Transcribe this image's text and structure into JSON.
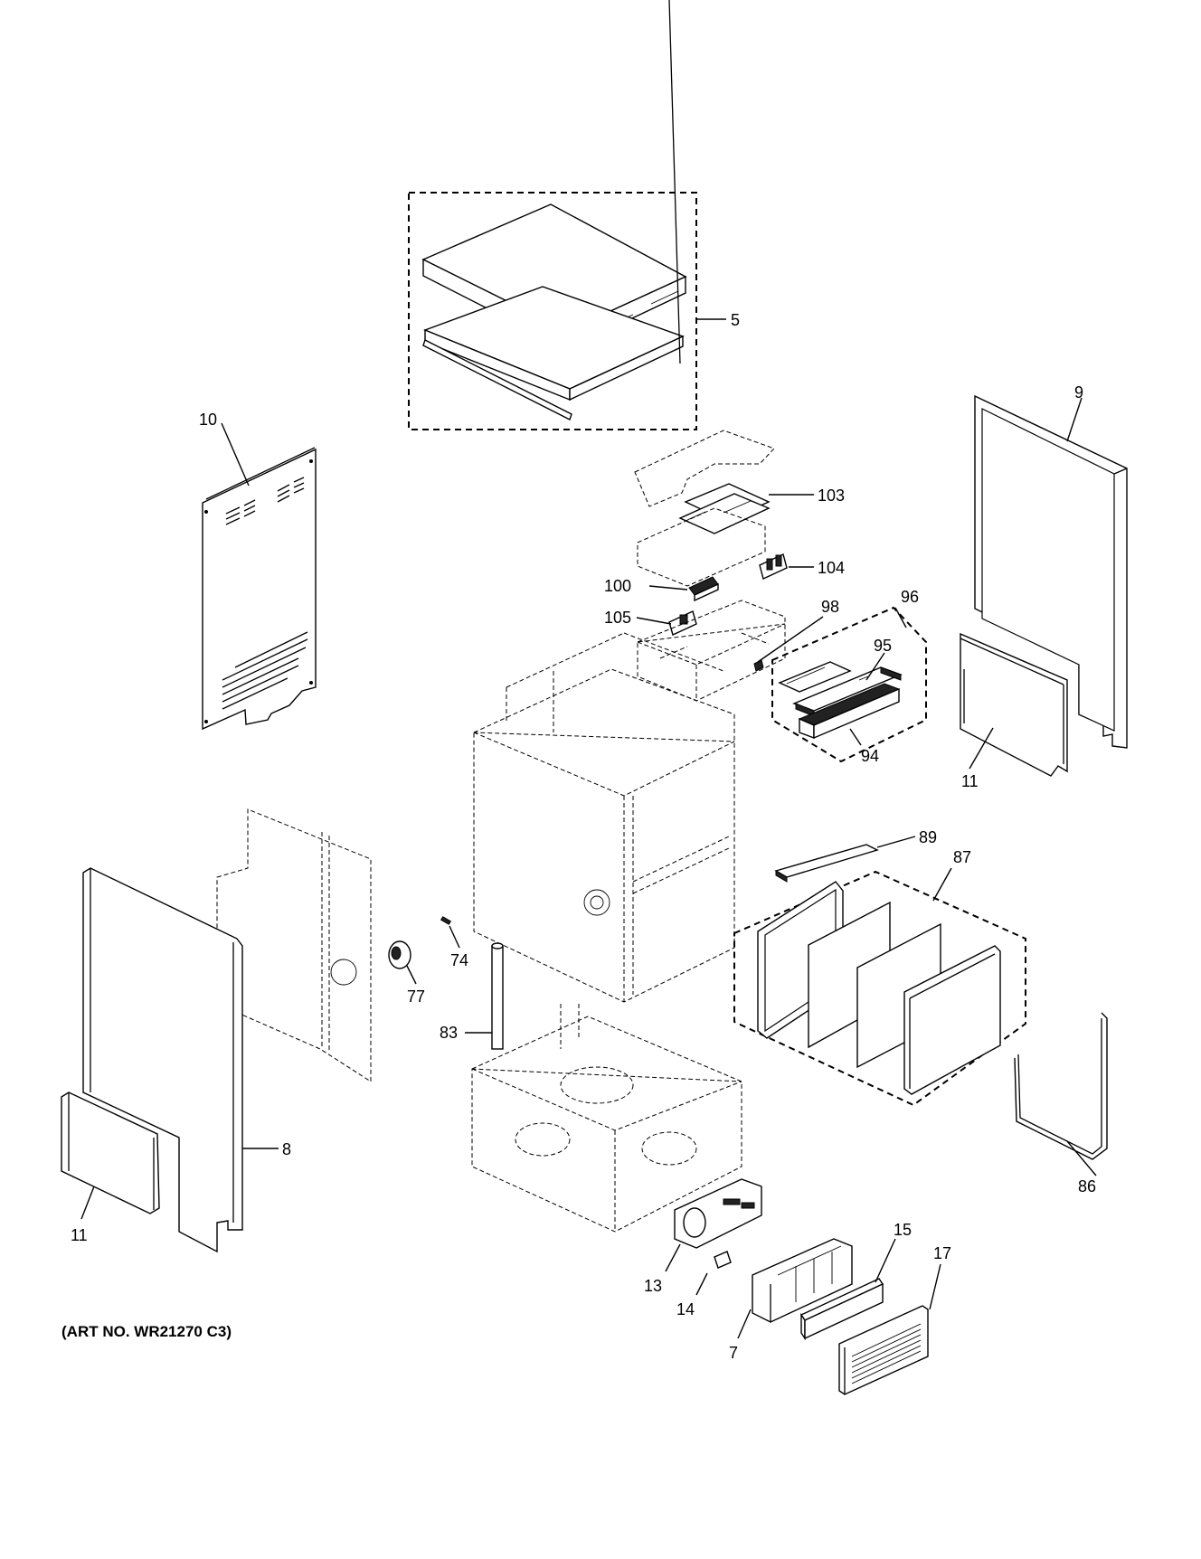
{
  "diagram": {
    "art_number": "(ART NO. WR21270 C3)",
    "callouts": {
      "c5": "5",
      "c9": "9",
      "c10": "10",
      "c103": "103",
      "c100": "100",
      "c104": "104",
      "c105": "105",
      "c98": "98",
      "c96": "96",
      "c95": "95",
      "c94": "94",
      "c11_right": "11",
      "c89": "89",
      "c87": "87",
      "c74": "74",
      "c77": "77",
      "c83": "83",
      "c8": "8",
      "c11_left": "11",
      "c86": "86",
      "c15": "15",
      "c17": "17",
      "c13": "13",
      "c14": "14",
      "c7": "7"
    }
  }
}
